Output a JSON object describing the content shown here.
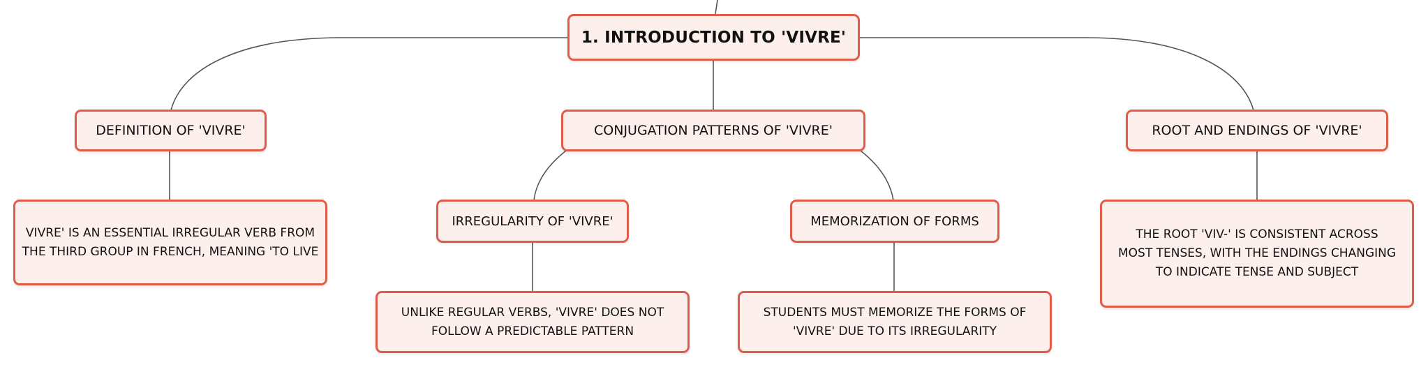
{
  "colors": {
    "node_border": "#e05c48",
    "node_fill": "#fdf0ec",
    "connector": "#555555",
    "text": "#111111"
  },
  "root": {
    "label": "1. INTRODUCTION TO 'VIVRE'"
  },
  "branches": [
    {
      "label": "DEFINITION OF 'VIVRE'",
      "detail": "VIVRE' IS AN ESSENTIAL IRREGULAR VERB FROM THE THIRD GROUP IN FRENCH, MEANING 'TO LIVE"
    },
    {
      "label": "CONJUGATION PATTERNS OF 'VIVRE'",
      "children": [
        {
          "label": "IRREGULARITY OF 'VIVRE'",
          "detail": "UNLIKE REGULAR VERBS, 'VIVRE' DOES NOT FOLLOW A PREDICTABLE PATTERN"
        },
        {
          "label": "MEMORIZATION OF FORMS",
          "detail": "STUDENTS MUST MEMORIZE THE FORMS OF 'VIVRE' DUE TO ITS IRREGULARITY"
        }
      ]
    },
    {
      "label": "ROOT AND ENDINGS OF 'VIVRE'",
      "detail": "THE ROOT 'VIV-' IS CONSISTENT ACROSS MOST TENSES, WITH THE ENDINGS CHANGING TO INDICATE TENSE AND SUBJECT"
    }
  ]
}
